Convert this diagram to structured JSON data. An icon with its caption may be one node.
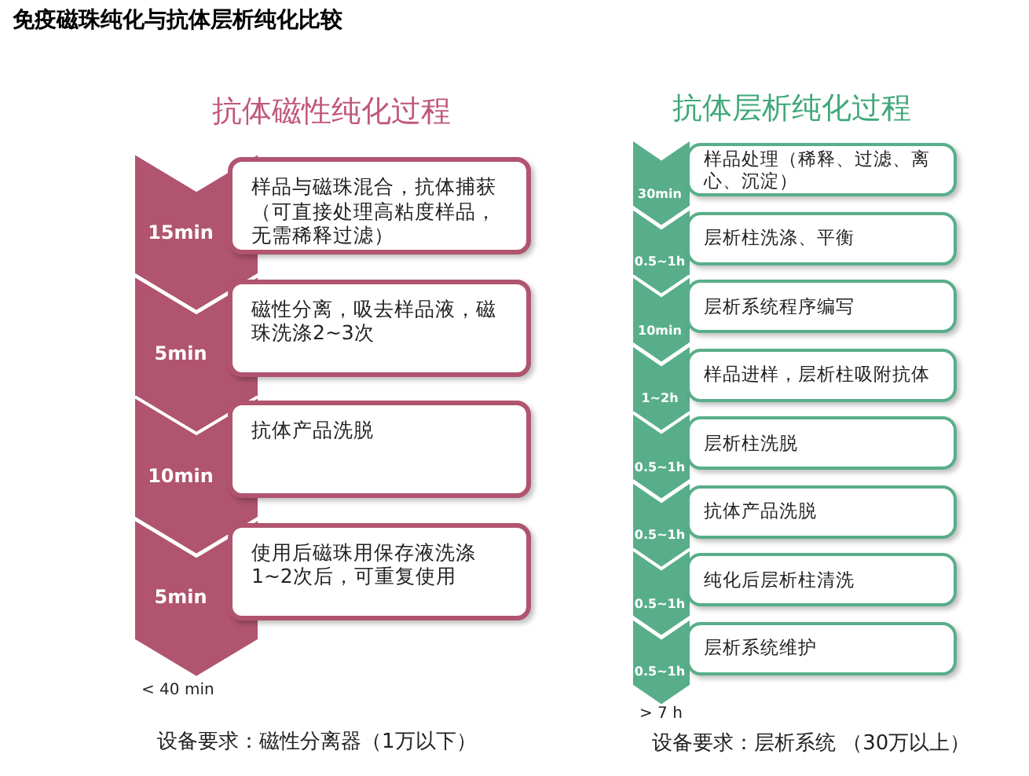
{
  "diagram": {
    "title": "免疫磁珠纯化与抗体层析纯化比较",
    "nodes": [
      {
        "text": [
          "15min"
        ]
      },
      {
        "text": [
          "样品与磁珠混合，抗体捕获（可直接处理高粘度样品，无需稀释过滤）"
        ]
      },
      {
        "text": [
          "5min"
        ]
      },
      {
        "text": [
          "磁性分离，吸去样品液，磁珠洗涤2~3次"
        ]
      },
      {
        "text": [
          "10min"
        ]
      },
      {
        "text": [
          "抗体产品洗脱"
        ]
      },
      {
        "text": [
          "5min"
        ]
      },
      {
        "text": [
          "使用后磁珠用保存液洗涤1~2次后，可重复使用"
        ]
      },
      {
        "text": [
          "30min"
        ]
      },
      {
        "text": [
          "样品处理（稀释、过滤、离心、沉淀）"
        ]
      },
      {
        "text": [
          "0.5~1h"
        ]
      },
      {
        "text": [
          "层析柱洗涤、平衡"
        ]
      },
      {
        "text": [
          "10min"
        ]
      },
      {
        "text": [
          "层析系统程序编写"
        ]
      },
      {
        "text": [
          "1~2h"
        ]
      },
      {
        "text": [
          "样品进样，层析柱吸附抗体"
        ]
      },
      {
        "text": [
          "0.5~1h"
        ]
      },
      {
        "text": [
          "层析柱洗脱"
        ]
      },
      {
        "text": [
          "0.5~1h"
        ]
      },
      {
        "text": [
          "抗体产品洗脱"
        ]
      },
      {
        "text": [
          "0.5~1h"
        ]
      },
      {
        "text": [
          "纯化后层析柱清洗"
        ]
      },
      {
        "text": [
          "0.5~1h"
        ]
      },
      {
        "text": [
          "层析系统维护"
        ]
      }
    ],
    "labels": [
      "抗体磁性纯化过程",
      "抗体层析纯化过程",
      "< 40 min",
      "> 7 h",
      "设备要求：磁性分离器（1万以下）",
      "设备要求：层析系统 （30万以上）"
    ]
  }
}
